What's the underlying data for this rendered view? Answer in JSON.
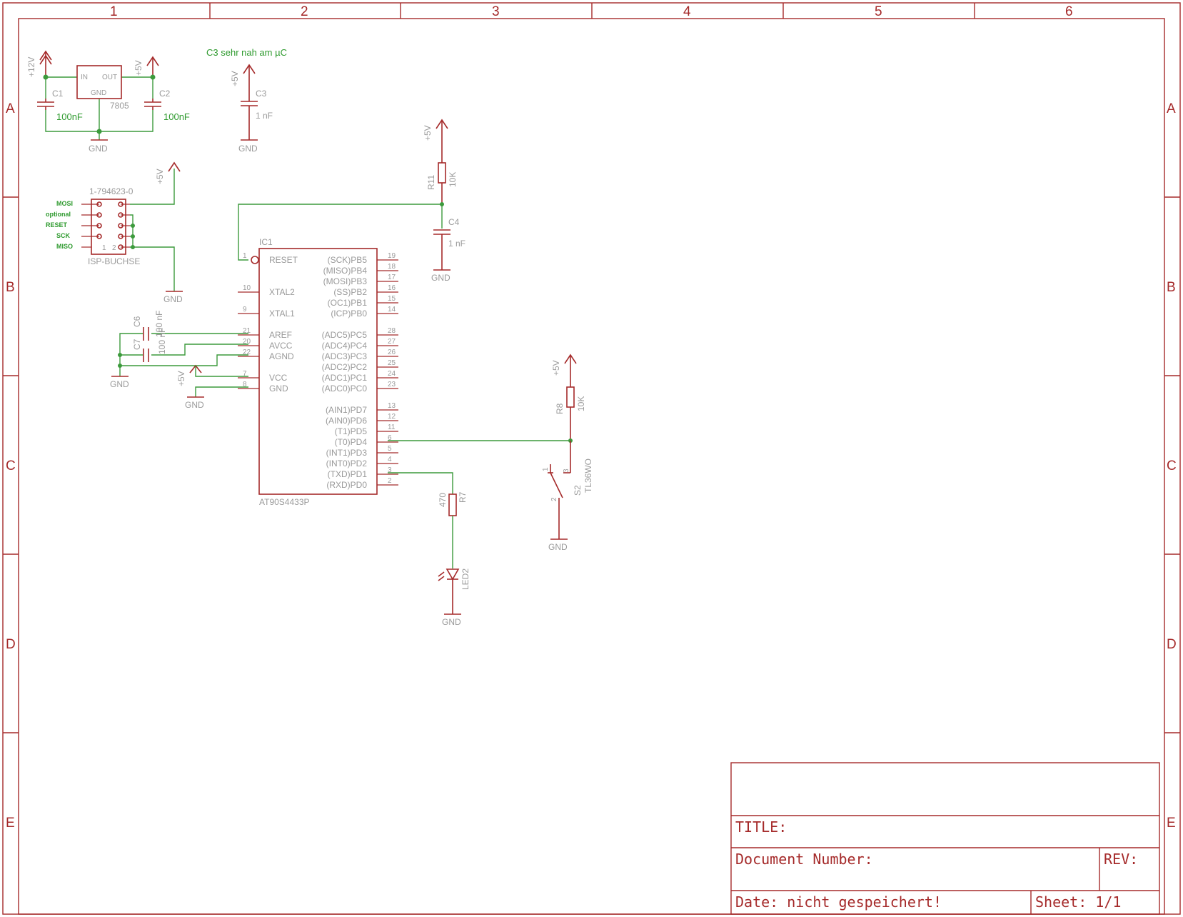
{
  "frame": {
    "columns": [
      "1",
      "2",
      "3",
      "4",
      "5",
      "6"
    ],
    "rows": [
      "A",
      "B",
      "C",
      "D",
      "E"
    ]
  },
  "title_block": {
    "title_label": "TITLE:",
    "document_label": "Document Number:",
    "rev_label": "REV:",
    "date_label": "Date: nicht gespeichert!",
    "sheet_label": "Sheet: 1/1"
  },
  "note": "C3 sehr nah am µC",
  "power": {
    "v12": "+12V",
    "v5": "+5V",
    "gnd": "GND"
  },
  "regulator": {
    "in": "IN",
    "out": "OUT",
    "gnd": "GND",
    "value": "7805"
  },
  "capacitors": {
    "c1": {
      "name": "C1",
      "value": "100nF"
    },
    "c2": {
      "name": "C2",
      "value": "100nF"
    },
    "c3": {
      "name": "C3",
      "value": "1 nF"
    },
    "c4": {
      "name": "C4",
      "value": "1 nF"
    },
    "c6": {
      "name": "C6",
      "value": "100 nF"
    },
    "c7": {
      "name": "C7",
      "value": "100 nF"
    }
  },
  "resistors": {
    "r11": {
      "name": "R11",
      "value": "10K"
    },
    "r8": {
      "name": "R8",
      "value": "10K"
    },
    "r7": {
      "name": "R7",
      "value": "470"
    }
  },
  "isp": {
    "part": "1-794623-0",
    "name": "ISP-BUCHSE",
    "signals": [
      "MOSI",
      "optional",
      "RESET",
      "SCK",
      "MISO"
    ],
    "pin1": "1",
    "pin2": "2"
  },
  "ic": {
    "name": "IC1",
    "value": "AT90S4433P",
    "left_pins": [
      {
        "num": "1",
        "label": "RESET"
      },
      {
        "num": "10",
        "label": "XTAL2"
      },
      {
        "num": "9",
        "label": "XTAL1"
      },
      {
        "num": "21",
        "label": "AREF"
      },
      {
        "num": "20",
        "label": "AVCC"
      },
      {
        "num": "22",
        "label": "AGND"
      },
      {
        "num": "7",
        "label": "VCC"
      },
      {
        "num": "8",
        "label": "GND"
      }
    ],
    "right_pins": [
      {
        "num": "19",
        "label": "(SCK)PB5"
      },
      {
        "num": "18",
        "label": "(MISO)PB4"
      },
      {
        "num": "17",
        "label": "(MOSI)PB3"
      },
      {
        "num": "16",
        "label": "(SS)PB2"
      },
      {
        "num": "15",
        "label": "(OC1)PB1"
      },
      {
        "num": "14",
        "label": "(ICP)PB0"
      },
      {
        "num": "28",
        "label": "(ADC5)PC5"
      },
      {
        "num": "27",
        "label": "(ADC4)PC4"
      },
      {
        "num": "26",
        "label": "(ADC3)PC3"
      },
      {
        "num": "25",
        "label": "(ADC2)PC2"
      },
      {
        "num": "24",
        "label": "(ADC1)PC1"
      },
      {
        "num": "23",
        "label": "(ADC0)PC0"
      },
      {
        "num": "13",
        "label": "(AIN1)PD7"
      },
      {
        "num": "12",
        "label": "(AIN0)PD6"
      },
      {
        "num": "11",
        "label": "(T1)PD5"
      },
      {
        "num": "6",
        "label": "(T0)PD4"
      },
      {
        "num": "5",
        "label": "(INT1)PD3"
      },
      {
        "num": "4",
        "label": "(INT0)PD2"
      },
      {
        "num": "3",
        "label": "(TXD)PD1"
      },
      {
        "num": "2",
        "label": "(RXD)PD0"
      }
    ]
  },
  "switch": {
    "name": "S2",
    "value": "TL36WO",
    "p1": "1",
    "p2": "2",
    "p3": "3"
  },
  "led": {
    "name": "LED2"
  }
}
